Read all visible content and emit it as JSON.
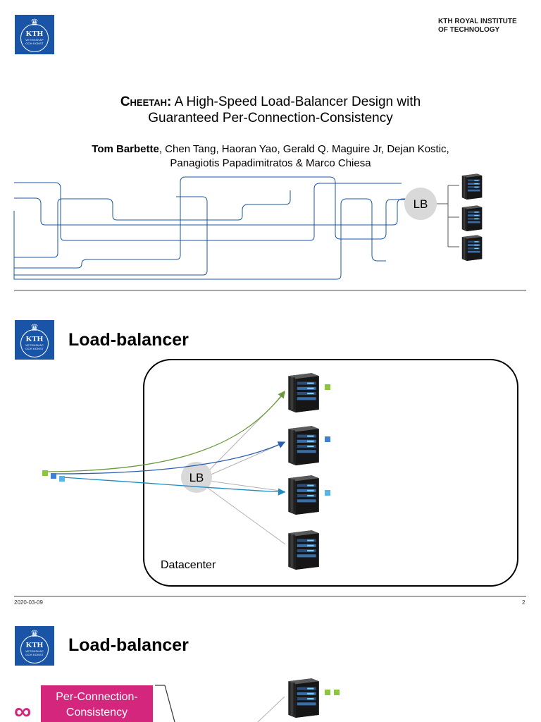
{
  "slide1": {
    "institute_line1": "KTH ROYAL INSTITUTE",
    "institute_line2": "OF TECHNOLOGY",
    "title_name": "Cheetah:",
    "title_rest_line1": "A High-Speed Load-Balancer Design with",
    "title_line2": "Guaranteed Per-Connection-Consistency",
    "lead_author": "Tom Barbette",
    "authors_line1_rest": ", Chen Tang, Haoran Yao, Gerald Q. Maguire Jr, Dejan Kostic,",
    "authors_line2": "Panagiotis Papadimitratos & Marco Chiesa",
    "lb_label": "LB"
  },
  "slide2": {
    "title": "Load-balancer",
    "lb_label": "LB",
    "datacenter_label": "Datacenter",
    "date": "2020-03-09",
    "page_number": "2"
  },
  "slide3": {
    "title": "Load-balancer",
    "pcc_line1": "Per-Connection-",
    "pcc_line2": "Consistency"
  },
  "logo": {
    "text": "KTH",
    "motto_line1": "VETENSKAP",
    "motto_line2": "OCH KONST"
  },
  "colors": {
    "kth_blue": "#1954a6",
    "green": "#8cc63f",
    "blue": "#3f7fd6",
    "light_blue": "#55b6ea",
    "magenta": "#d4267d",
    "lb_gray": "#d9d9d9"
  }
}
